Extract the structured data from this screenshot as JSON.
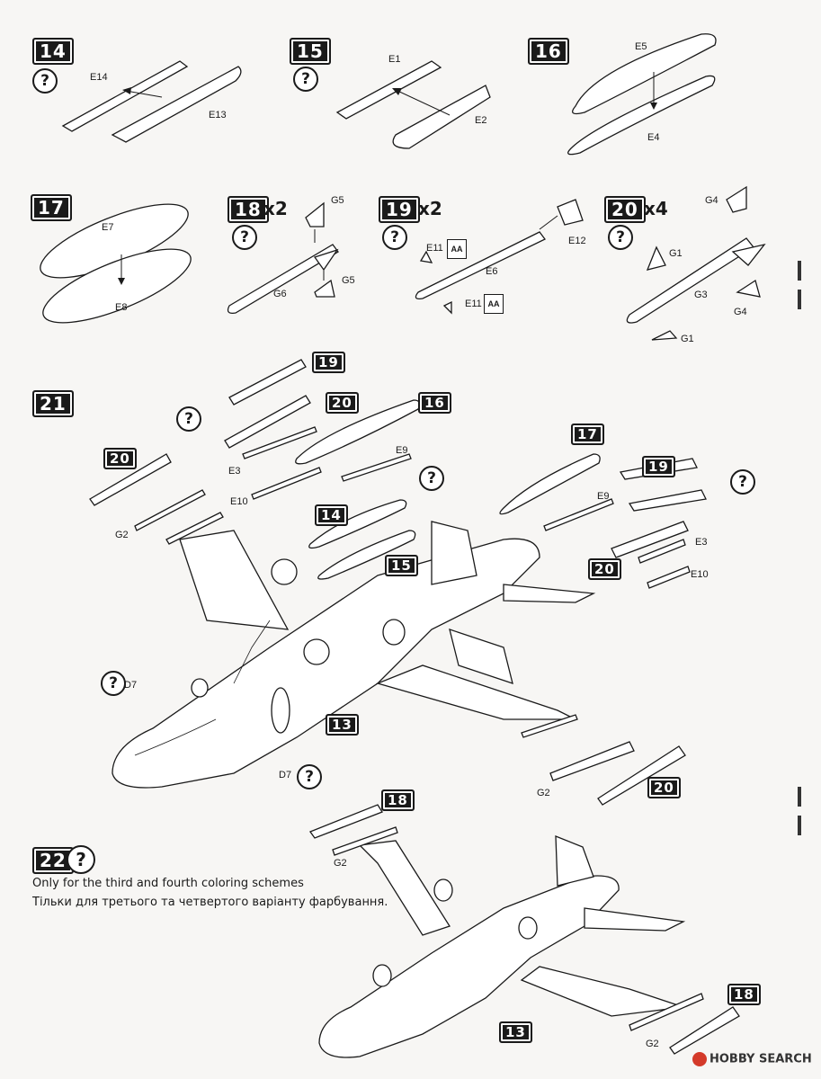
{
  "steps": {
    "s14": "14",
    "s15": "15",
    "s16": "16",
    "s17": "17",
    "s18": "18",
    "s19": "19",
    "s20": "20",
    "s21": "21",
    "s22": "22"
  },
  "multipliers": {
    "m18": "x2",
    "m19": "x2",
    "m20": "x4"
  },
  "question_mark": "?",
  "parts": {
    "E14": "E14",
    "E13": "E13",
    "E1": "E1",
    "E2": "E2",
    "E5": "E5",
    "E4": "E4",
    "E7": "E7",
    "E8": "E8",
    "G5": "G5",
    "G6": "G6",
    "E11": "E11",
    "E6": "E6",
    "E12": "E12",
    "G4": "G4",
    "G1": "G1",
    "G3": "G3",
    "E3": "E3",
    "E9": "E9",
    "E10": "E10",
    "G2": "G2",
    "D7": "D7"
  },
  "step21_callouts": {
    "c19": "19",
    "c20": "20",
    "c16": "16",
    "c17": "17",
    "c14": "14",
    "c15": "15",
    "c13": "13"
  },
  "step22_callouts": {
    "c18": "18",
    "c13": "13"
  },
  "aa_badge": "AA",
  "note": {
    "line1": "Only for the third and fourth coloring schemes",
    "line2": "Тільки для третього та четвертого варіанту фарбування."
  },
  "watermark": {
    "brand": "HOBBY SEARCH"
  }
}
